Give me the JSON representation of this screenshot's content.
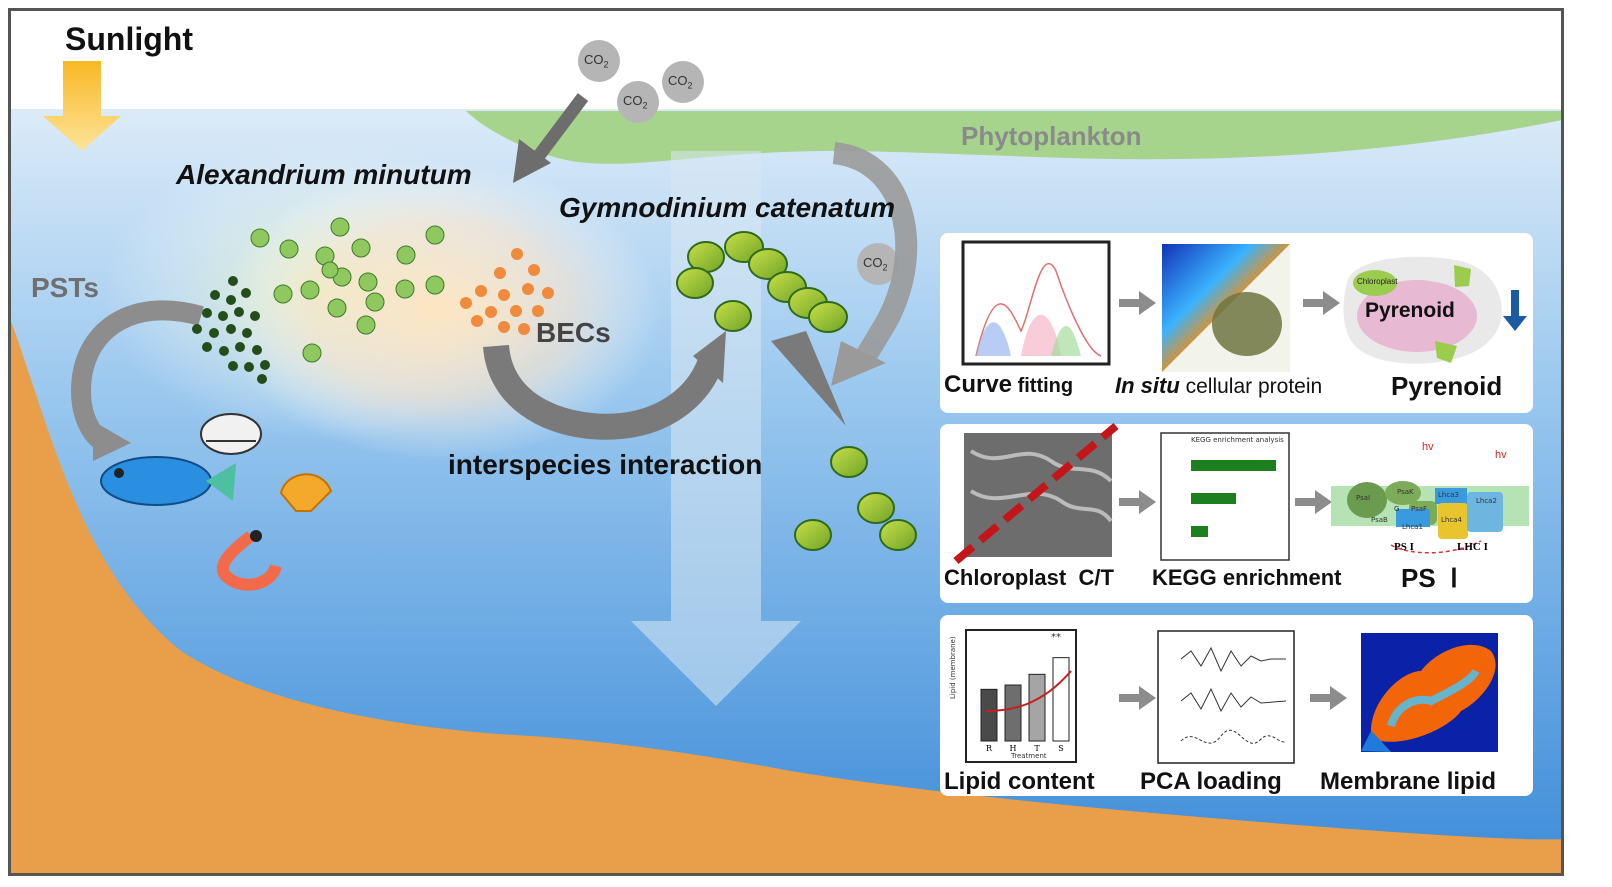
{
  "scene": {
    "sunlight": "Sunlight",
    "co2_tokens": [
      "CO",
      "2"
    ],
    "phytoplankton": "Phytoplankton",
    "alexandrium": "Alexandrium minutum",
    "gymnodinium": "Gymnodinium catenatum",
    "psts": "PSTs",
    "becs": "BECs",
    "interaction": "interspecies interaction"
  },
  "panel1": {
    "cap_curve_bold": "Curve",
    "cap_curve_rest": " fitting",
    "cap_insitu_italic": "In situ",
    "cap_insitu_rest": " cellular protein",
    "cap_pyrenoid": "Pyrenoid",
    "pyrenoid_label": "Pyrenoid",
    "chloroplast_label": "Chloroplast"
  },
  "panel2": {
    "cap_chloroplast": "Chloroplast  C/T",
    "cap_kegg": "KEGG enrichment",
    "cap_ps": "PS  Ⅰ",
    "kegg_title": "KEGG enrichment analysis",
    "hv": "hv",
    "psi": "PS I",
    "lhci": "LHC I",
    "proteins": [
      "PsaI",
      "PsaK",
      "Lhca3",
      "Lhca2",
      "PsaB",
      "PsaF",
      "Lhca1",
      "Lhca4",
      "G"
    ]
  },
  "panel3": {
    "cap_lipid": "Lipid content",
    "cap_pca": "PCA loading",
    "cap_membrane": "Membrane lipid",
    "bar_ylabel": "Lipid (membrane)",
    "bar_xlabel": "Treatment",
    "bar_categories": [
      "R",
      "H",
      "T",
      "S"
    ],
    "bar_values": [
      15.5,
      16.8,
      20,
      25
    ],
    "bar_sig": "**"
  },
  "colors": {
    "sea_top": "#dcebf8",
    "sea_bottom": "#3a8ad8",
    "seabed": "#e99f49",
    "algae_green": "#8dc34a",
    "bec_orange": "#f08a3c",
    "arrow_gray": "#7a7a7a"
  }
}
